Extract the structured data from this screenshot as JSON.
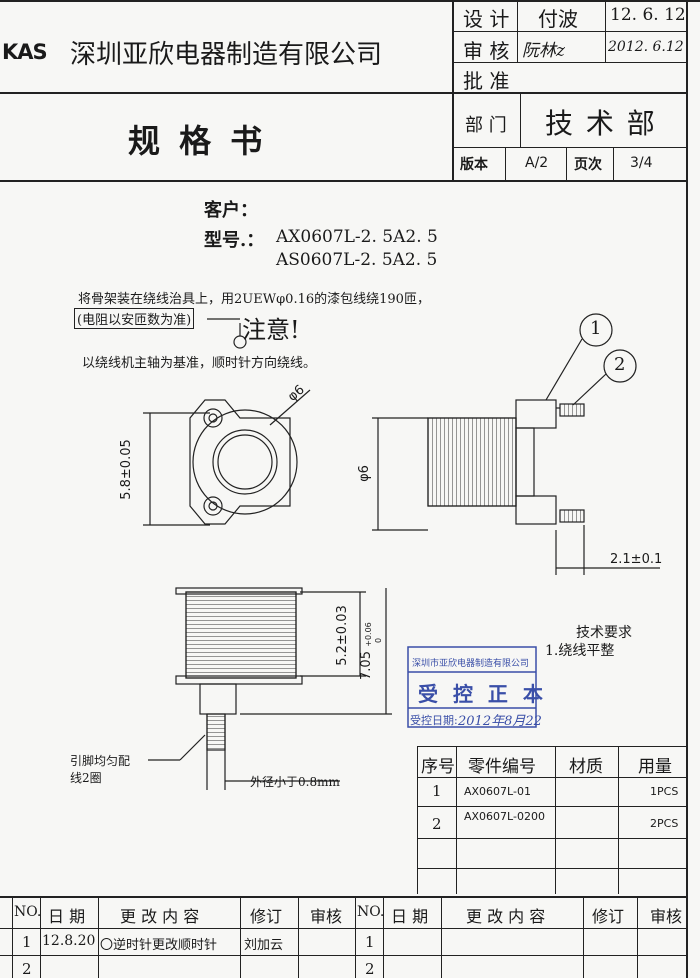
{
  "header": {
    "logo": "KAS",
    "company": "深圳亚欣电器制造有限公司",
    "doc_title": "规 格 书",
    "design_label": "设 计",
    "design_name": "付波",
    "design_date": "12. 6. 12",
    "review_label": "审 核",
    "review_sign": "阮林z",
    "review_date": "2012. 6.12",
    "approve_label": "批 准",
    "dept_label": "部 门",
    "dept_value": "技 术 部",
    "version_label": "版本",
    "version_value": "A/2",
    "page_label": "页次",
    "page_value": "3/4"
  },
  "customer": {
    "customer_label": "客户：",
    "model_label": "型号.：",
    "model_1": "AX0607L-2. 5A2. 5",
    "model_2": "AS0607L-2. 5A2. 5"
  },
  "notes": {
    "line1": "将骨架装在绕线治具上，用2UEWφ0.16的漆包线绕190匝，",
    "line2": "(电阻以安匝数为准)",
    "attention": "注意!",
    "line3": "以绕线机主轴为基准，顺时针方向绕线。"
  },
  "drawing": {
    "balloon_1": "1",
    "balloon_2": "2",
    "dim_phi6_top": "φ6",
    "dim_5_8": "5.8±0.05",
    "dim_phi6_side": "φ6",
    "dim_2_1": "2.1±0.1",
    "dim_5_2": "5.2±0.03",
    "dim_7_05": "7.05",
    "dim_7_05_tol_up": "+0.06",
    "dim_7_05_tol_dn": "0",
    "pin_note_1": "引脚均匀配",
    "pin_note_2": "线2圈",
    "outer_note": "外径小于0.8mm"
  },
  "tech": {
    "title": "技术要求",
    "item1": "1.绕线平整"
  },
  "stamp": {
    "top": "深圳市亚欣电器制造有限公司",
    "main": "受 控 正 本",
    "date_label": "受控日期:",
    "date_value": "2012年8月22",
    "color": "#3a4fa8"
  },
  "parts": {
    "headers": [
      "序号",
      "零件编号",
      "材质",
      "用量"
    ],
    "rows": [
      {
        "no": "1",
        "code": "AX0607L-01",
        "material": "",
        "qty": "1PCS"
      },
      {
        "no": "2",
        "code": "AX0607L-0200",
        "material": "",
        "qty": "2PCS"
      }
    ]
  },
  "changes": {
    "headers": [
      "NO.",
      "日 期",
      "更 改 内 容",
      "修订",
      "审核",
      "NO.",
      "日 期",
      "更 改 内 容",
      "修订",
      "审核"
    ],
    "rows": [
      {
        "no": "1",
        "date": "12.8.20",
        "content": "〇逆时针更改顺时针",
        "rev": "刘加云",
        "chk": "",
        "no2": "1"
      },
      {
        "no": "2",
        "date": "",
        "content": "",
        "rev": "",
        "chk": "",
        "no2": "2"
      }
    ]
  }
}
